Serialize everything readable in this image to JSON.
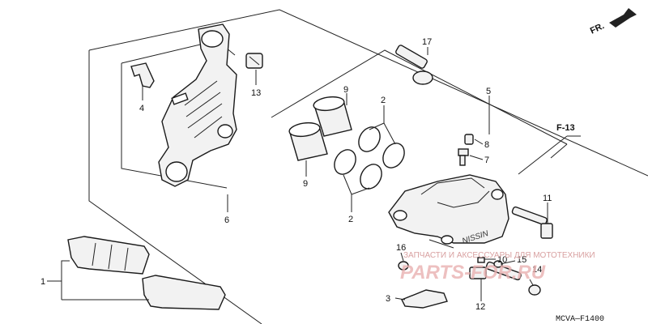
{
  "diagram": {
    "direction_label": "FR.",
    "reference_label": "F-13",
    "caliper_brand": "NISSIN",
    "figure_code": "MCVA—F1400",
    "callouts": [
      {
        "id": "c1",
        "label": "1"
      },
      {
        "id": "c2a",
        "label": "2"
      },
      {
        "id": "c2b",
        "label": "2"
      },
      {
        "id": "c3",
        "label": "3"
      },
      {
        "id": "c4",
        "label": "4"
      },
      {
        "id": "c5",
        "label": "5"
      },
      {
        "id": "c6",
        "label": "6"
      },
      {
        "id": "c7",
        "label": "7"
      },
      {
        "id": "c8",
        "label": "8"
      },
      {
        "id": "c9a",
        "label": "9"
      },
      {
        "id": "c9b",
        "label": "9"
      },
      {
        "id": "c10",
        "label": "10"
      },
      {
        "id": "c11",
        "label": "11"
      },
      {
        "id": "c12",
        "label": "12"
      },
      {
        "id": "c13",
        "label": "13"
      },
      {
        "id": "c14",
        "label": "14"
      },
      {
        "id": "c15",
        "label": "15"
      },
      {
        "id": "c16",
        "label": "16"
      },
      {
        "id": "c17",
        "label": "17"
      }
    ]
  },
  "watermark": {
    "caption": "ЗАПЧАСТИ И АКСЕССУАРЫ ДЛЯ МОТОТЕХНИКИ",
    "brand": "PARTS-FOR.RU",
    "color": "#e8b0b0"
  }
}
